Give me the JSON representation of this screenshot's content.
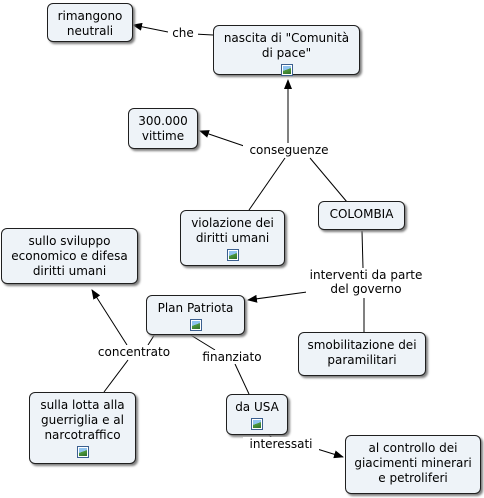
{
  "nodes": {
    "nascita": "nascita di \"Comunità di pace\"",
    "rimangono": "rimangono neutrali",
    "vittime": "300.000 vittime",
    "violazione": "violazione dei diritti umani",
    "colombia": "COLOMBIA",
    "sviluppo": "sullo sviluppo economico e difesa diritti umani",
    "plan": "Plan Patriota",
    "smobilitazione": "smobilitazione dei paramilitari",
    "lotta": "sulla lotta alla guerriglia e al narcotraffico",
    "usa": "da USA",
    "controllo": "al controllo dei giacimenti minerari e petroliferi"
  },
  "labels": {
    "che": "che",
    "conseguenze": "conseguenze",
    "interventi": "interventi da parte del governo",
    "concentrato": "concentrato",
    "finanziato": "finanziato",
    "interessati": "interessati"
  },
  "icons": {
    "resource": "image-attachment-icon"
  },
  "colors": {
    "node_fill": "#eef3f8",
    "node_border": "#1f1f1f",
    "line": "#000000"
  }
}
